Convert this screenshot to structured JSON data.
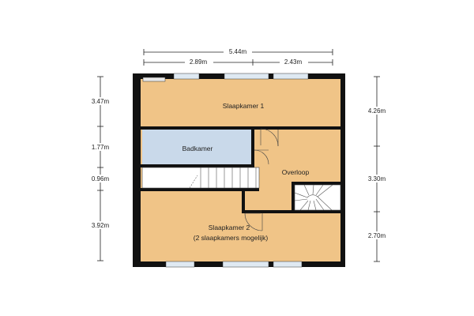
{
  "dimensions": {
    "top_total": "5.44m",
    "top_left": "2.89m",
    "top_right": "2.43m",
    "left_1": "3.47m",
    "left_2": "1.77m",
    "left_3": "0.96m",
    "left_4": "3.92m",
    "right_1": "4.26m",
    "right_2": "3.30m",
    "right_3": "2.70m"
  },
  "rooms": {
    "slaapkamer_1": "Slaapkamer 1",
    "badkamer": "Badkamer",
    "overloop": "Overloop",
    "slaapkamer_2": "Slaapkamer 2",
    "slaapkamer_2_note": "(2 slaapkamers mogelijk)"
  },
  "colors": {
    "floor": "#f0c487",
    "bathroom": "#c9d9ea",
    "wall": "#111111",
    "stairs": "#ffffff",
    "window": "#dfe9f2"
  }
}
